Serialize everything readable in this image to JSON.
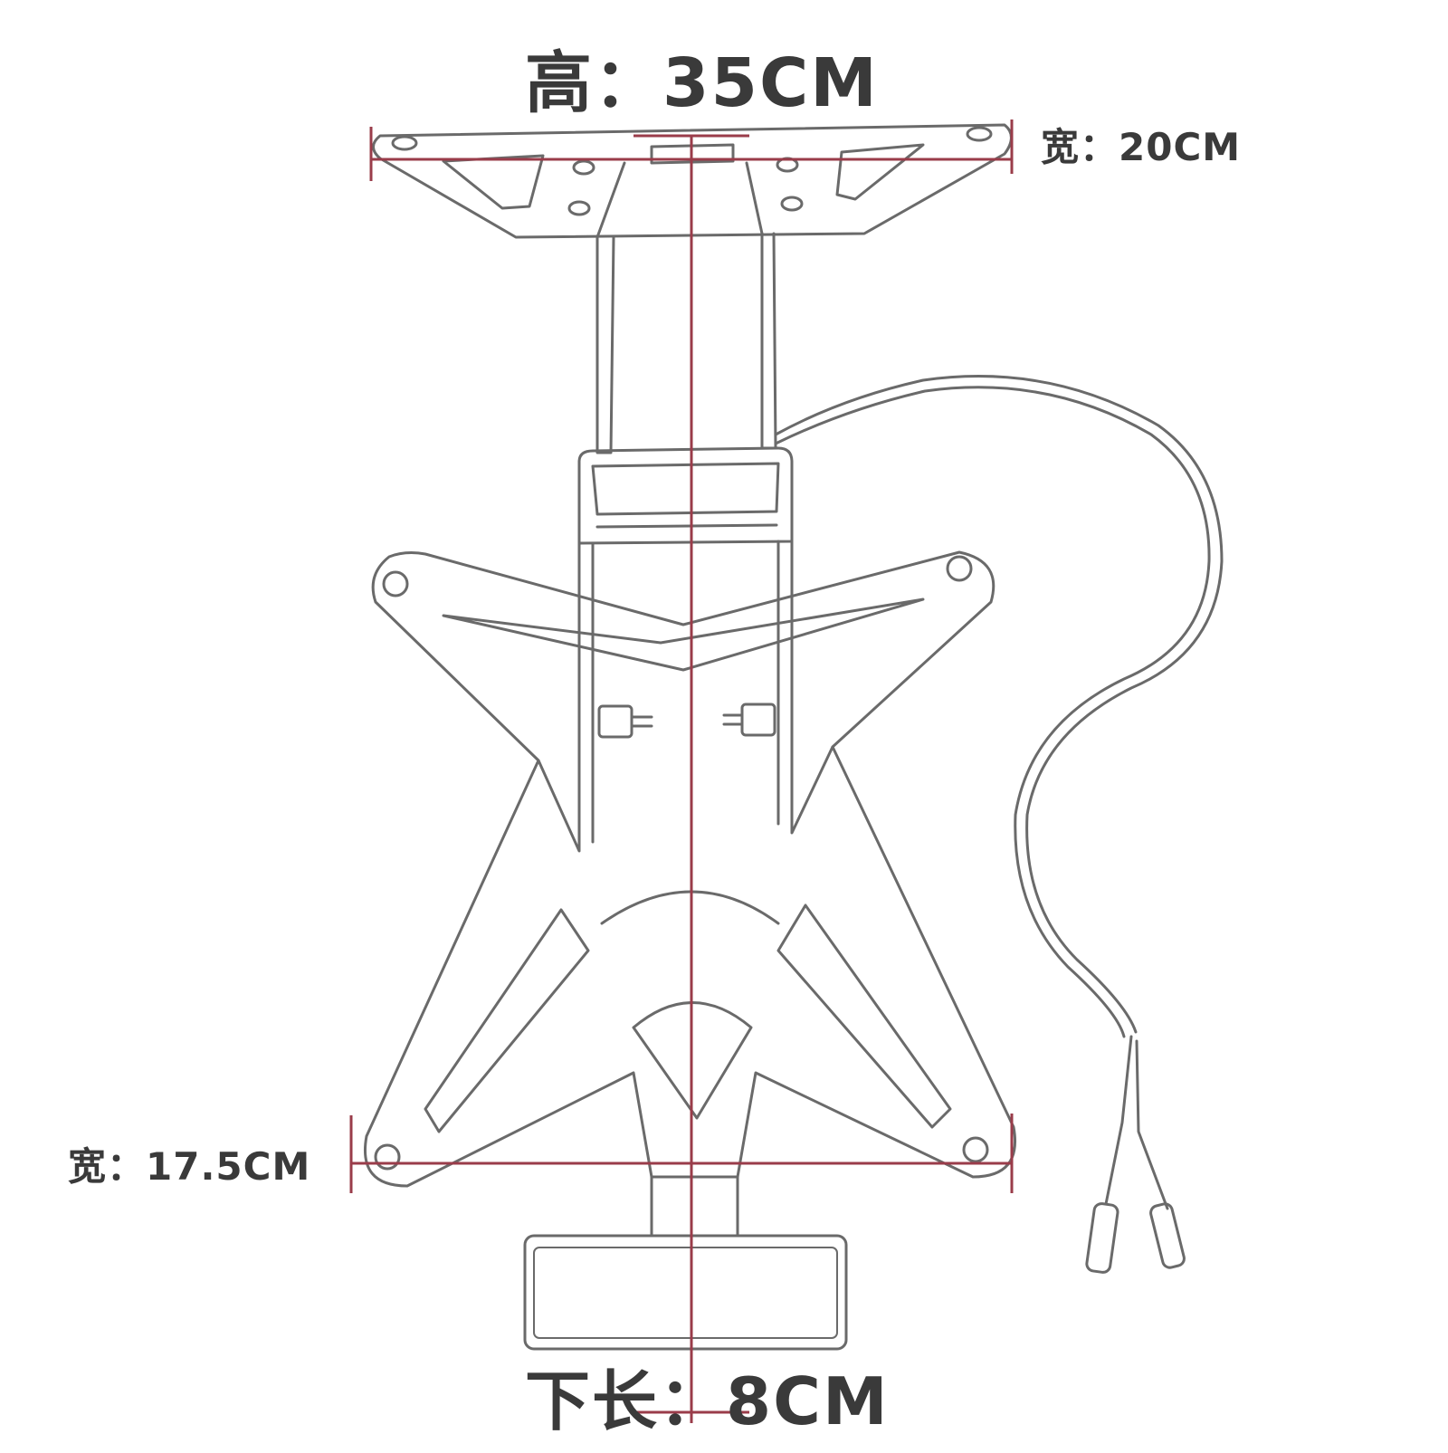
{
  "dimensions": {
    "height": "高：35CM",
    "top_width": "宽：20CM",
    "bottom_width": "宽：17.5CM",
    "lower_length": "下长：8CM"
  },
  "colors": {
    "measure_line": "#9a3c4a",
    "sketch_stroke": "#6a6a6a",
    "label_text": "#3a3a3a"
  }
}
